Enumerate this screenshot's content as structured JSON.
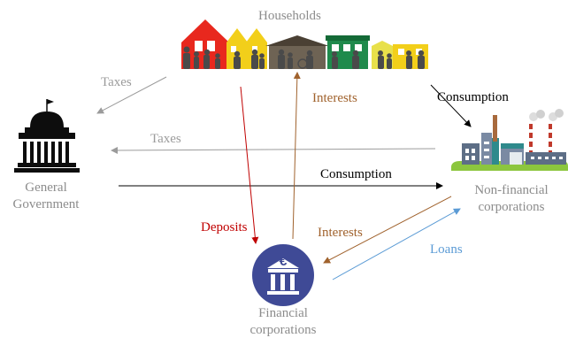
{
  "nodes": {
    "households": {
      "label": "Households"
    },
    "government": {
      "line1": "General",
      "line2": "Government"
    },
    "nonfinancial": {
      "line1": "Non-financial",
      "line2": "corporations"
    },
    "financial": {
      "line1": "Financial",
      "line2": "corporations"
    }
  },
  "flows": {
    "taxes_households": "Taxes",
    "taxes_nonfinancial": "Taxes",
    "consumption_households": "Consumption",
    "consumption_government": "Consumption",
    "interests_to_households": "Interests",
    "interests_to_financial": "Interests",
    "deposits": "Deposits",
    "loans": "Loans"
  },
  "icons": {
    "households": "households-icon",
    "government": "government-building-icon",
    "nonfinancial": "factory-icon",
    "financial": "bank-euro-icon",
    "currency_symbol": "€"
  },
  "colors": {
    "taxes": "#9b9b9b",
    "consumption": "#000000",
    "interests": "#a0622d",
    "deposits": "#c00000",
    "loans": "#5b9bd5",
    "node_label": "#8c8c8c",
    "bank_circle": "#3f4a96"
  }
}
